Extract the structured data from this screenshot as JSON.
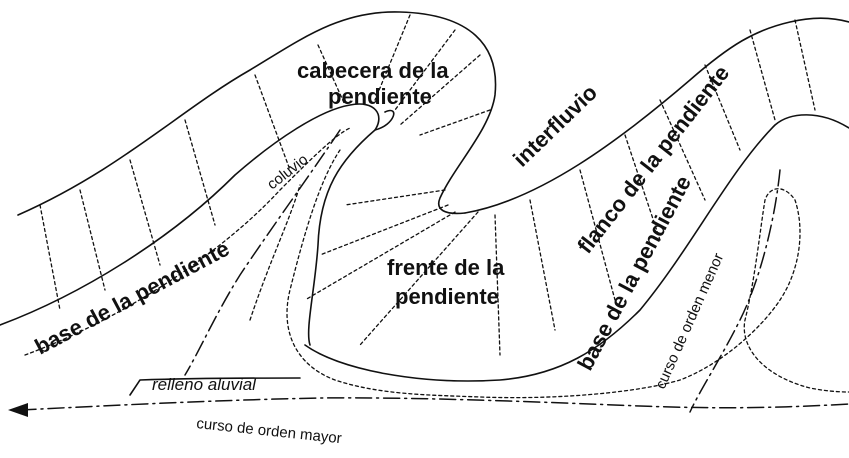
{
  "labels": {
    "cabecera_line1": "cabecera de la",
    "cabecera_line2": "pendiente",
    "interfluvio": "interfluvio",
    "flanco": "flanco de la pendiente",
    "frente_line1": "frente de la",
    "frente_line2": "pendiente",
    "base_left": "base de la pendiente",
    "base_right": "base de la pendiente",
    "coluvio": "coluvio",
    "relleno_aluvial": "relleno aluvial",
    "curso_mayor": "curso de orden mayor",
    "curso_menor": "curso de orden menor"
  },
  "colors": {
    "line": "#111111",
    "background": "#ffffff"
  }
}
